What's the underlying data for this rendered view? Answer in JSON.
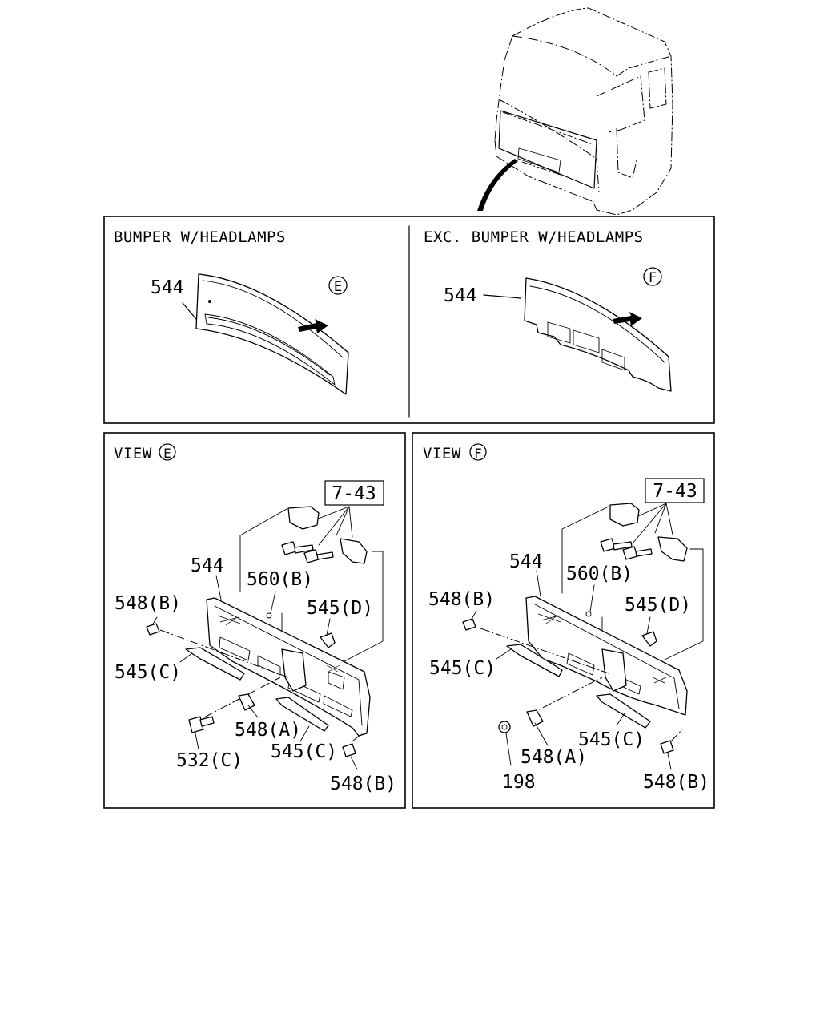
{
  "panels": {
    "bumper_headlamps": {
      "title": "BUMPER W/HEADLAMPS",
      "part": "544",
      "view_marker": "E"
    },
    "exc_bumper_headlamps": {
      "title": "EXC. BUMPER W/HEADLAMPS",
      "part": "544",
      "view_marker": "F"
    },
    "view_e": {
      "title": "VIEW",
      "marker": "E",
      "ref_box": "7-43",
      "labels": {
        "p544": "544",
        "p560b": "560(B)",
        "p548b_left": "548(B)",
        "p545d": "545(D)",
        "p545c_left": "545(C)",
        "p548a": "548(A)",
        "p532c": "532(C)",
        "p545c_bottom": "545(C)",
        "p548b_bottom": "548(B)"
      }
    },
    "view_f": {
      "title": "VIEW",
      "marker": "F",
      "ref_box": "7-43",
      "labels": {
        "p544": "544",
        "p560b": "560(B)",
        "p548b_left": "548(B)",
        "p545d": "545(D)",
        "p545c_left": "545(C)",
        "p548a": "548(A)",
        "p198": "198",
        "p545c_bottom": "545(C)",
        "p548b_bottom": "548(B)"
      }
    }
  }
}
